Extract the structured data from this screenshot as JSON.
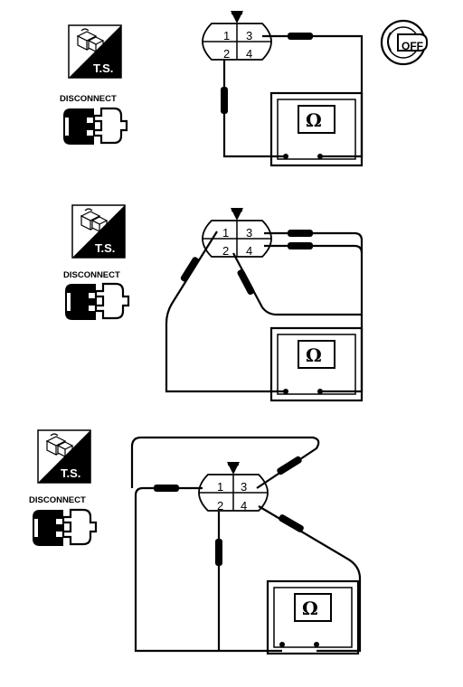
{
  "icons": {
    "ts_label": "T.S.",
    "disconnect_label": "DISCONNECT"
  },
  "connector_pins": [
    "1",
    "2",
    "3",
    "4"
  ],
  "meter": {
    "symbol": "Ω"
  },
  "ignition": {
    "label": "OFF"
  },
  "panels": [
    {
      "name": "check-pin3-pin2-ignition-off"
    },
    {
      "name": "check-pin1-pin3-pin4-pin2"
    },
    {
      "name": "check-pin1-pin2-pin3-pin4"
    }
  ]
}
